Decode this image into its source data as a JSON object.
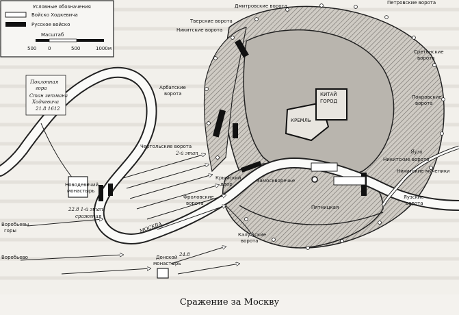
{
  "caption": "Сражение за Москву",
  "legend": {
    "title": "Условные обозначения",
    "hodkevich": "Войско Ходкевича",
    "russian": "Русское войско",
    "scale_title": "Масштаб",
    "scale_ticks": [
      "500",
      "0",
      "500",
      "1000м"
    ]
  },
  "labels": {
    "poklonnaya": "Поклонная",
    "gora": "гора",
    "stan": "Стан гетмана",
    "hodkevicha": "Ходкевича",
    "date1": "21.8 1612",
    "dmitrovskie": "Дмитровские ворота",
    "petrovskie": "Петровские ворота",
    "tverskie": "Тверские ворота",
    "nikitskie": "Никитские ворота",
    "sretenskie1": "Сретенские",
    "sretenskie2": "ворота",
    "arbatskie1": "Арбатские",
    "arbatskie2": "ворота",
    "pokrovskie1": "Покровские",
    "pokrovskie2": "ворота",
    "chertolskie": "Чертольские ворота",
    "etap2": "2-й этап",
    "kreml": "КРЕМЛЬ",
    "kitai": "КИТАЙ",
    "gorod": "ГОРОД",
    "yauza": "Яуза",
    "nikitskie2": "Никитские ворота",
    "novodevichy1": "Новодевичий",
    "novodevichy2": "монастырь",
    "etap1": "22.8 1-й этап",
    "srazhenie": "сражения",
    "krymsky1": "Крымский",
    "krymsky2": "двор",
    "zamoskvorechye": "Замоскворечье",
    "frolovskie1": "Фроловские",
    "frolovskie2": "ворота",
    "kaluzhskie1": "Калужские",
    "kaluzhskie2": "ворота",
    "pyatnitskaya": "Пятницкая",
    "nikitskie3": "Никитские мученики",
    "yauzskie1": "Яузские",
    "yauzskie2": "ворота",
    "moskva": "МОСКВА",
    "donskoy1": "Донской",
    "donskoy2": "монастырь",
    "date2": "24.8",
    "vorobyovy": "Воробьевы",
    "gory": "горы",
    "vorobyovo": "Воробьево"
  }
}
